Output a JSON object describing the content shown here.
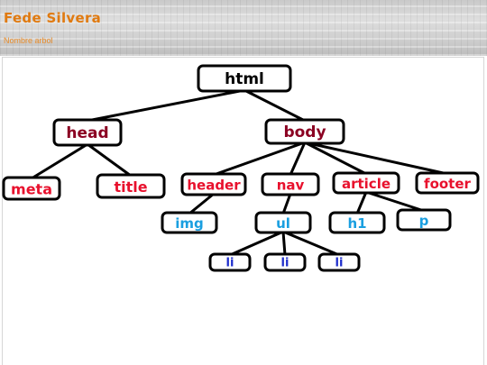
{
  "site": {
    "title": "Fede Silvera",
    "subtitle": "Nombre arbol"
  },
  "colors": {
    "root": "#000000",
    "level1": "#8b0022",
    "level2": "#e8112d",
    "level3": "#1a9fe0",
    "level4": "#1e2dcc"
  },
  "tree": {
    "nodes": [
      {
        "id": "html",
        "label": "html",
        "level": "root"
      },
      {
        "id": "head",
        "label": "head",
        "level": "level1"
      },
      {
        "id": "body",
        "label": "body",
        "level": "level1"
      },
      {
        "id": "meta",
        "label": "meta",
        "level": "level2"
      },
      {
        "id": "title",
        "label": "title",
        "level": "level2"
      },
      {
        "id": "header",
        "label": "header",
        "level": "level2"
      },
      {
        "id": "nav",
        "label": "nav",
        "level": "level2"
      },
      {
        "id": "article",
        "label": "article",
        "level": "level2"
      },
      {
        "id": "footer",
        "label": "footer",
        "level": "level2"
      },
      {
        "id": "img",
        "label": "img",
        "level": "level3"
      },
      {
        "id": "ul",
        "label": "ul",
        "level": "level3"
      },
      {
        "id": "h1",
        "label": "h1",
        "level": "level3"
      },
      {
        "id": "p",
        "label": "p",
        "level": "level3"
      },
      {
        "id": "li1",
        "label": "li",
        "level": "level4"
      },
      {
        "id": "li2",
        "label": "li",
        "level": "level4"
      },
      {
        "id": "li3",
        "label": "li",
        "level": "level4"
      }
    ],
    "edges": [
      [
        "html",
        "head"
      ],
      [
        "html",
        "body"
      ],
      [
        "head",
        "meta"
      ],
      [
        "head",
        "title"
      ],
      [
        "body",
        "header"
      ],
      [
        "body",
        "nav"
      ],
      [
        "body",
        "article"
      ],
      [
        "body",
        "footer"
      ],
      [
        "header",
        "img"
      ],
      [
        "nav",
        "ul"
      ],
      [
        "article",
        "h1"
      ],
      [
        "article",
        "p"
      ],
      [
        "ul",
        "li1"
      ],
      [
        "ul",
        "li2"
      ],
      [
        "ul",
        "li3"
      ]
    ]
  }
}
